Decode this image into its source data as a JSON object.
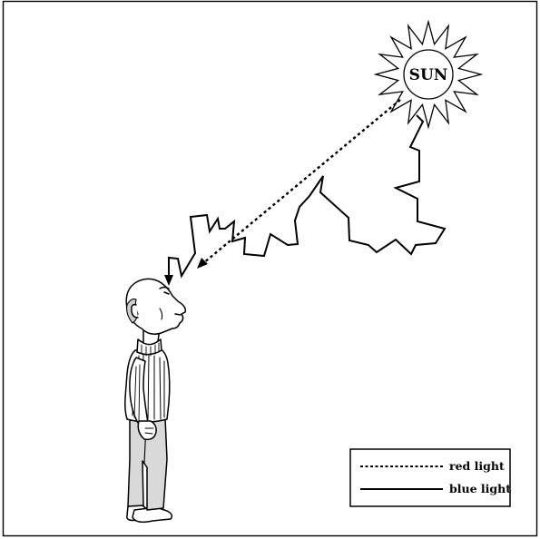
{
  "sun": {
    "label": "SUN"
  },
  "legend": {
    "red_label": "red light",
    "blue_label": "blue light"
  },
  "colors": {
    "stroke": "#000000",
    "background": "#ffffff",
    "hair": "#cfcfcf",
    "trousers": "#d9d9d9"
  }
}
